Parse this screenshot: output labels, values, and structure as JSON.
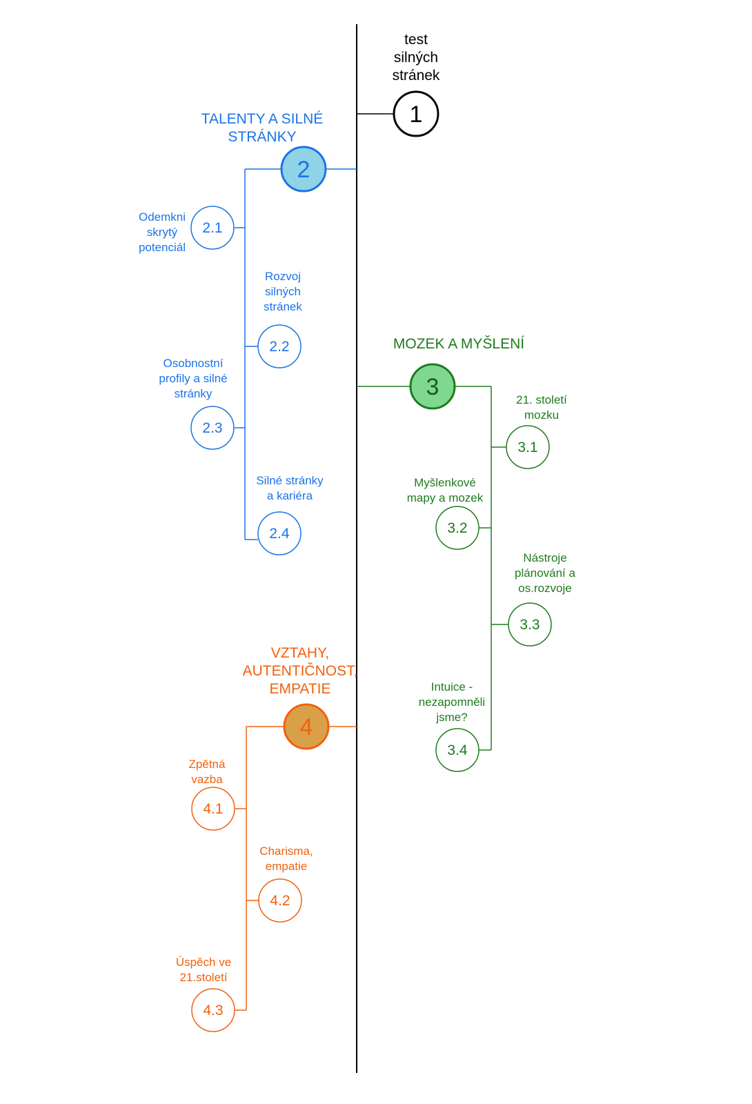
{
  "colors": {
    "root": "#000000",
    "blue": "#1a73e8",
    "blue_fill": "#8fd3e6",
    "green": "#1e7b1e",
    "green_fill": "#7fd88f",
    "orange": "#f2600c",
    "orange_fill": "#d9a04a"
  },
  "root": {
    "title": "test\nsilných\nstránek",
    "number": "1"
  },
  "branches": [
    {
      "id": "b2",
      "title": "TALENTY A SILNÉ\nSTRÁNKY",
      "number": "2",
      "children": [
        {
          "number": "2.1",
          "label": "Odemkni\nskrytý\npotenciál"
        },
        {
          "number": "2.2",
          "label": "Rozvoj\nsilných\nstránek"
        },
        {
          "number": "2.3",
          "label": "Osobnostní\nprofily a silné\nstránky"
        },
        {
          "number": "2.4",
          "label": "Silné stránky\na kariéra"
        }
      ]
    },
    {
      "id": "b3",
      "title": "MOZEK A MYŠLENÍ",
      "number": "3",
      "children": [
        {
          "number": "3.1",
          "label": "21. století\nmozku"
        },
        {
          "number": "3.2",
          "label": "Myšlenkové\nmapy a mozek"
        },
        {
          "number": "3.3",
          "label": "Nástroje\nplánování a\nos.rozvoje"
        },
        {
          "number": "3.4",
          "label": "Intuice -\nnezapomněli\njsme?"
        }
      ]
    },
    {
      "id": "b4",
      "title": "VZTAHY,\nAUTENTIČNOST,\nEMPATIE",
      "number": "4",
      "children": [
        {
          "number": "4.1",
          "label": "Zpětná\nvazba"
        },
        {
          "number": "4.2",
          "label": "Charisma,\nempatie"
        },
        {
          "number": "4.3",
          "label": "Úspěch ve\n21.století"
        }
      ]
    }
  ]
}
